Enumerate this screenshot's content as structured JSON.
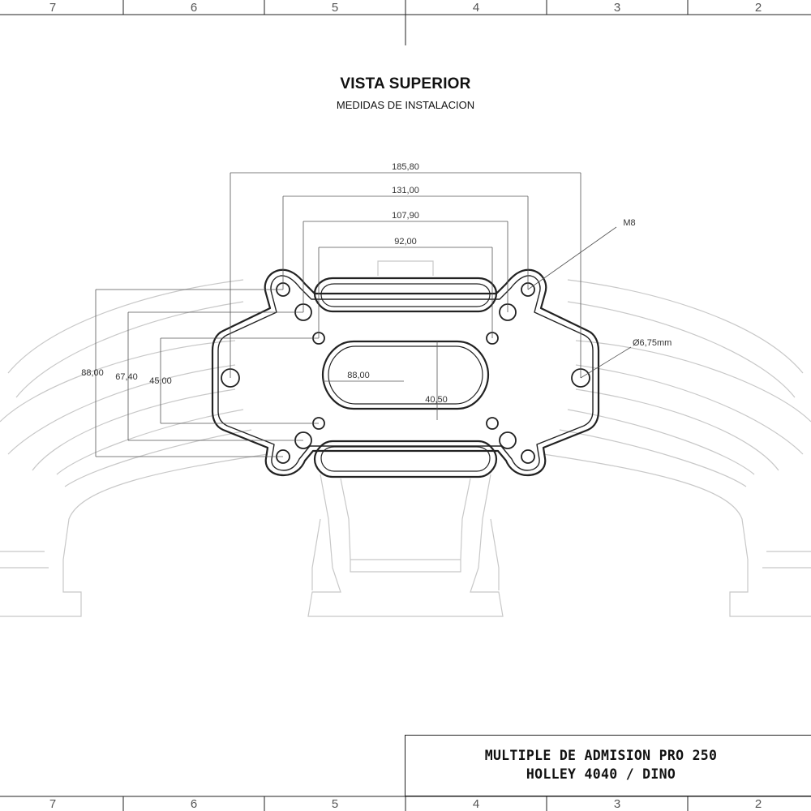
{
  "view": {
    "title": "VISTA SUPERIOR",
    "subtitle": "MEDIDAS DE INSTALACION"
  },
  "border": {
    "columns": [
      "7",
      "6",
      "5",
      "4",
      "3",
      "2"
    ]
  },
  "dimensions": {
    "width_185": "185,80",
    "width_131": "131,00",
    "width_107": "107,90",
    "width_92": "92,00",
    "bore_length": "88,00",
    "bore_width": "40,50",
    "height_88": "88,00",
    "height_67": "67,40",
    "height_45": "45,00",
    "thread": "M8",
    "hole_diameter": "Ø6,75mm"
  },
  "title_block": {
    "line1": "MULTIPLE DE ADMISION PRO 250",
    "line2": "HOLLEY 4040 / DINO"
  },
  "colors": {
    "outline": "#222222",
    "dimension": "#555555",
    "background_part": "#c8c8c8"
  }
}
